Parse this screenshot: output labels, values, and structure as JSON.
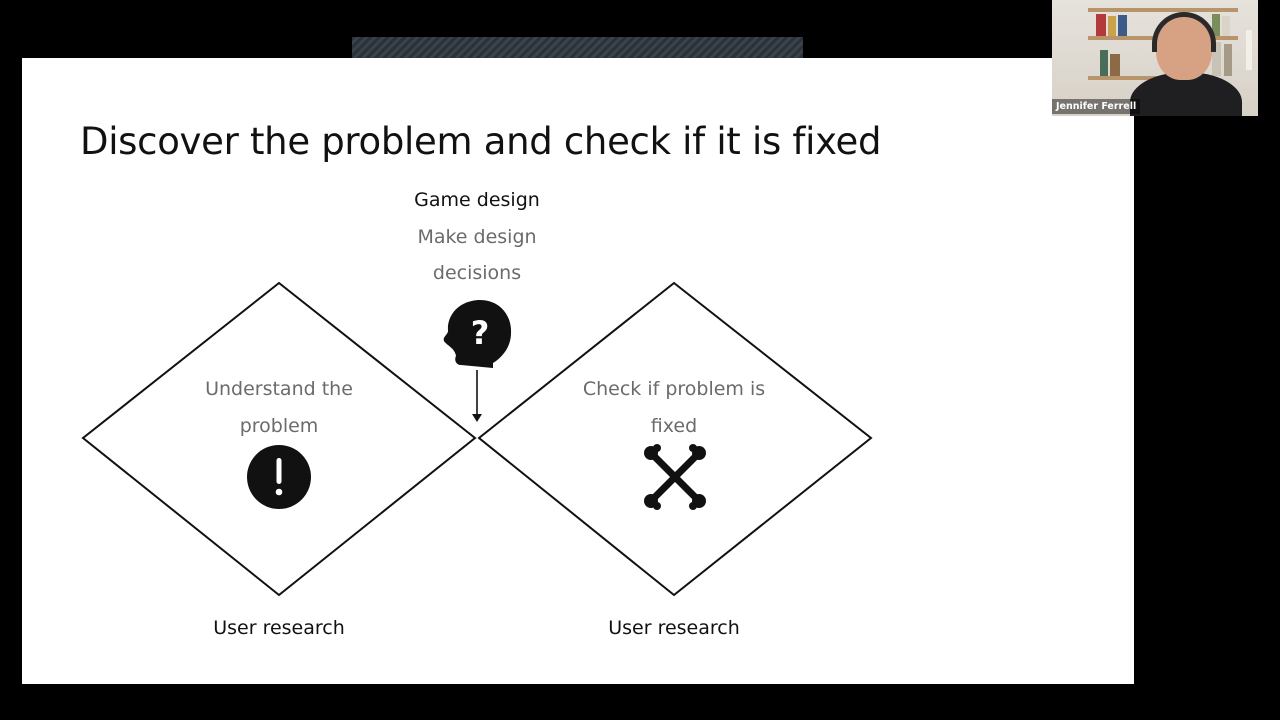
{
  "slide": {
    "title": "Discover the problem and check if it is fixed",
    "center": {
      "heading": "Game design",
      "line1": "Make design",
      "line2": "decisions",
      "icon": "head-question-icon"
    },
    "left": {
      "line1": "Understand the",
      "line2": "problem",
      "icon": "exclamation-circle-icon",
      "bottom_label": "User research"
    },
    "right": {
      "line1": "Check if problem is",
      "line2": "fixed",
      "icon": "crossed-tools-icon",
      "bottom_label": "User research"
    }
  },
  "video": {
    "participant_name": "Jennifer Ferrell"
  },
  "colors": {
    "background": "#000000",
    "slide": "#ffffff",
    "text_dark": "#111111",
    "text_grey": "#6b6b6b"
  }
}
